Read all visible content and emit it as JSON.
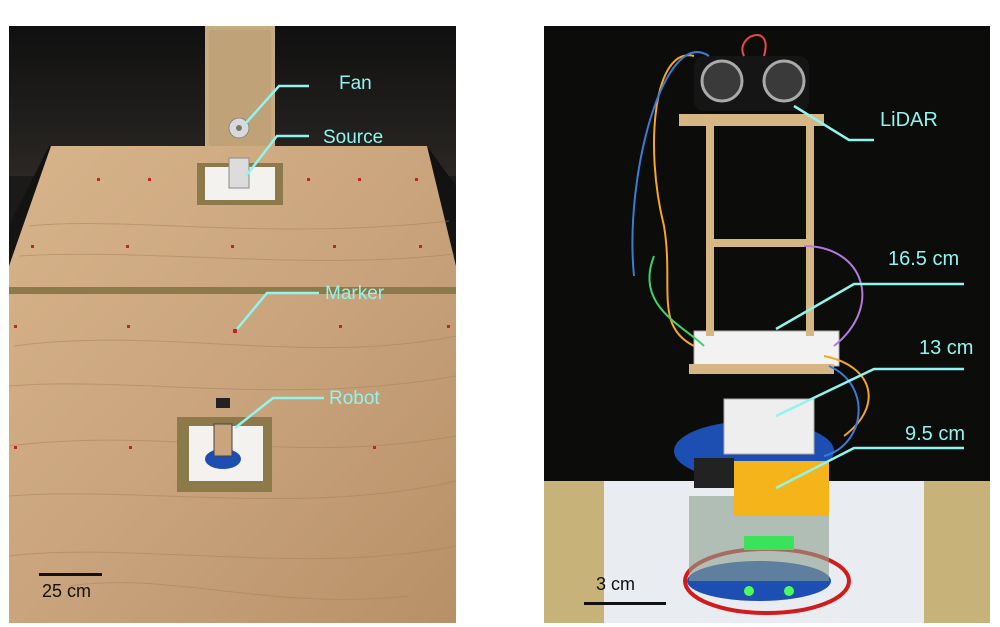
{
  "figure": {
    "left_panel": {
      "labels": {
        "fan": "Fan",
        "source": "Source",
        "marker": "Marker",
        "robot": "Robot"
      },
      "scale_bar": "25 cm"
    },
    "right_panel": {
      "labels": {
        "lidar": "LiDAR",
        "level_top": "16.5 cm",
        "level_mid": "13 cm",
        "level_low": "9.5 cm"
      },
      "scale_bar": "3 cm"
    }
  },
  "colors": {
    "callout": "#8ff5ee",
    "wood": "#c9a47c",
    "marker_red": "#c0252a",
    "robot_base_blue": "#1d4fb3"
  }
}
